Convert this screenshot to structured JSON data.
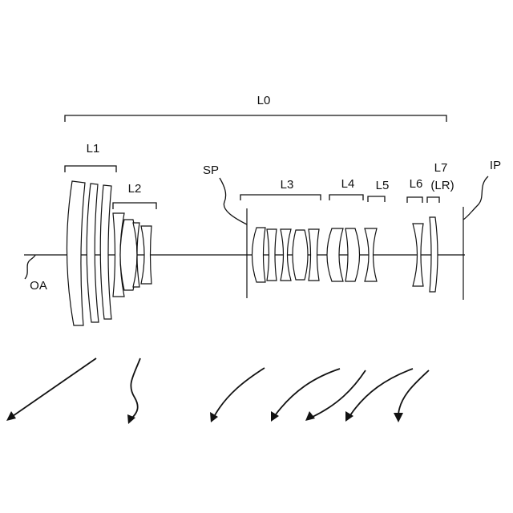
{
  "labels": {
    "l0": "L0",
    "l1": "L1",
    "l2": "L2",
    "l3": "L3",
    "l4": "L4",
    "l5": "L5",
    "l6": "L6",
    "l7": "L7",
    "lr": "(LR)",
    "sp": "SP",
    "ip": "IP",
    "oa": "OA"
  },
  "colors": {
    "ink": "#111111",
    "background": "#ffffff"
  }
}
